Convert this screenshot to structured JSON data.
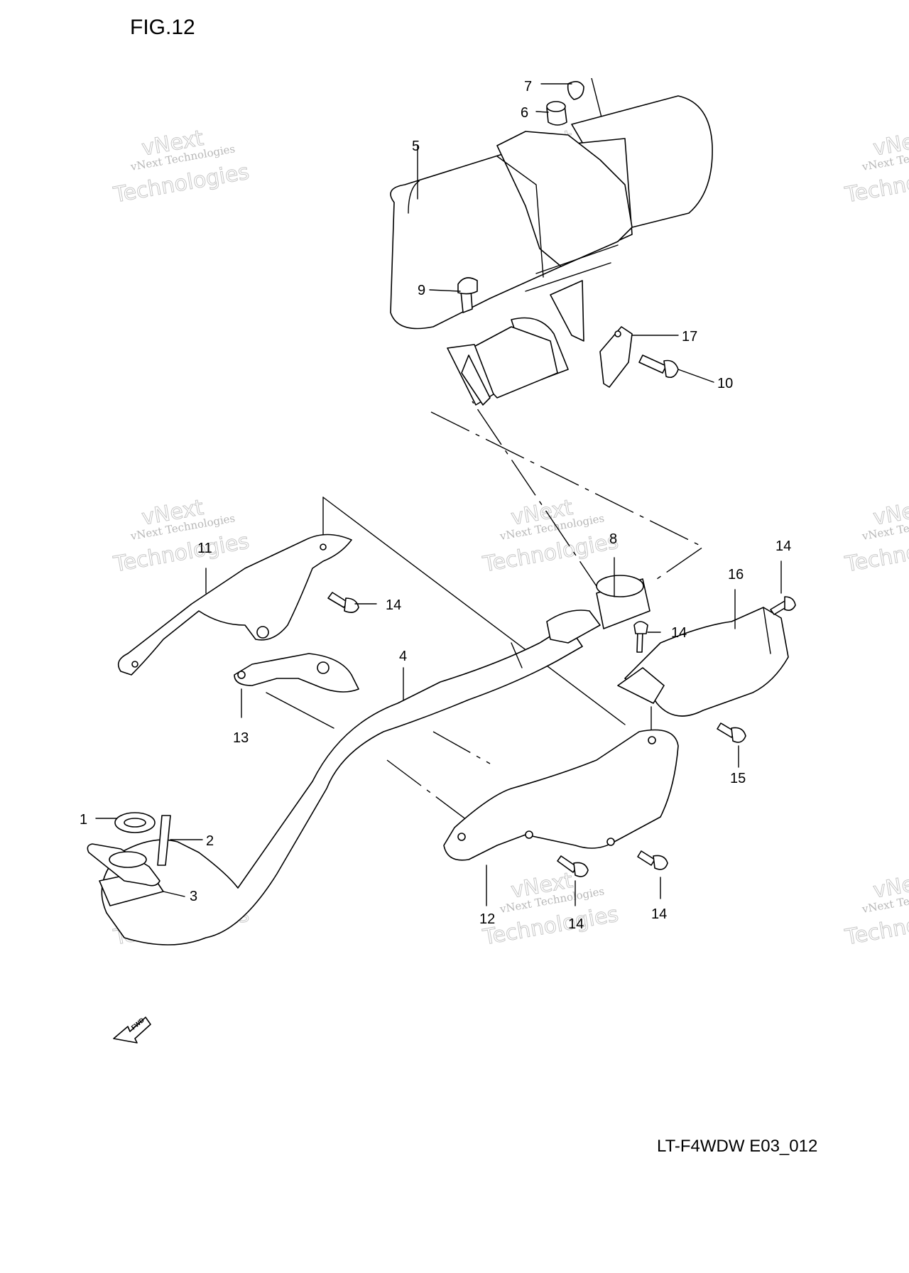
{
  "figure": {
    "title": "FIG.12",
    "code": "LT-F4WDW E03_012",
    "fwd_label": "FWD"
  },
  "watermark": {
    "line1": "vNext Technologies",
    "line2": "vNext",
    "line3": "Technologies"
  },
  "callouts": [
    {
      "id": "1",
      "text": "1"
    },
    {
      "id": "2",
      "text": "2"
    },
    {
      "id": "3",
      "text": "3"
    },
    {
      "id": "4",
      "text": "4"
    },
    {
      "id": "5",
      "text": "5"
    },
    {
      "id": "6",
      "text": "6"
    },
    {
      "id": "7",
      "text": "7"
    },
    {
      "id": "8",
      "text": "8"
    },
    {
      "id": "9",
      "text": "9"
    },
    {
      "id": "10",
      "text": "10"
    },
    {
      "id": "11",
      "text": "11"
    },
    {
      "id": "12",
      "text": "12"
    },
    {
      "id": "13",
      "text": "13"
    },
    {
      "id": "14a",
      "text": "14"
    },
    {
      "id": "14b",
      "text": "14"
    },
    {
      "id": "14c",
      "text": "14"
    },
    {
      "id": "14d",
      "text": "14"
    },
    {
      "id": "14e",
      "text": "14"
    },
    {
      "id": "15",
      "text": "15"
    },
    {
      "id": "16",
      "text": "16"
    },
    {
      "id": "17",
      "text": "17"
    }
  ]
}
